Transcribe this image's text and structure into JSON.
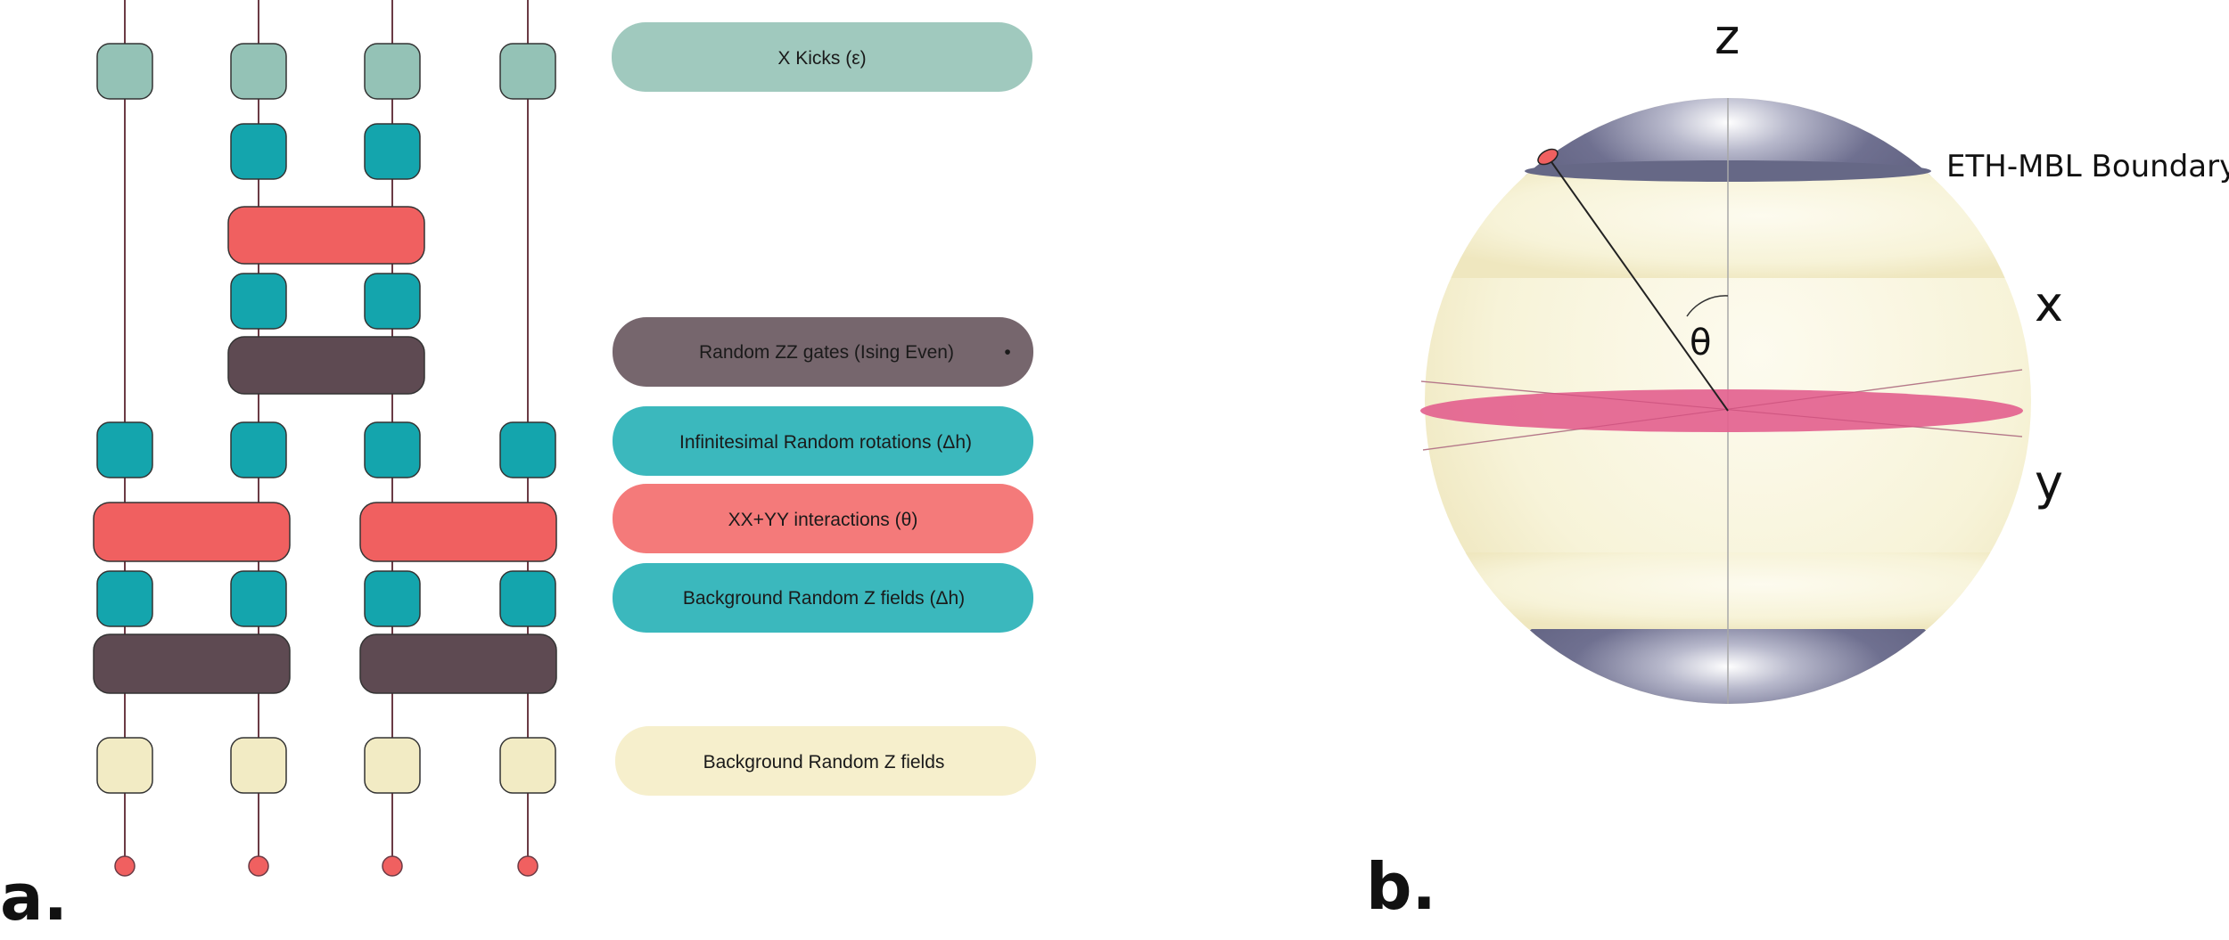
{
  "panel_a": {
    "label": "a.",
    "legend": {
      "x_kicks": "X Kicks (ε)",
      "random_zz": "Random ZZ gates (Ising Even)",
      "random_zz_marker": "•",
      "infinitesimal": "Infinitesimal Random rotations (Δh)",
      "xx_yy": "XX+YY interactions (θ)",
      "background_dh": "Background Random Z fields  (Δh)",
      "background": "Background Random Z fields"
    }
  },
  "panel_b": {
    "label": "b.",
    "axis_z": "z",
    "axis_x": "x",
    "axis_y": "y",
    "theta": "θ",
    "boundary": "ETH-MBL Boundary"
  },
  "colors": {
    "x_kick": "#94c2b6",
    "teal": "#14a5ad",
    "red": "#f06060",
    "dark": "#5e4a52",
    "cream": "#f2ebc4",
    "wire": "#6b3b45",
    "legend_x_kick": "#a0c9be",
    "legend_zz": "#76666d",
    "legend_teal": "#3bb8bd",
    "legend_red": "#f47a7a",
    "legend_cream": "#f6efcc",
    "cap": "#666886",
    "equator": "#e3628f",
    "sphere": "#f7f3d8"
  }
}
